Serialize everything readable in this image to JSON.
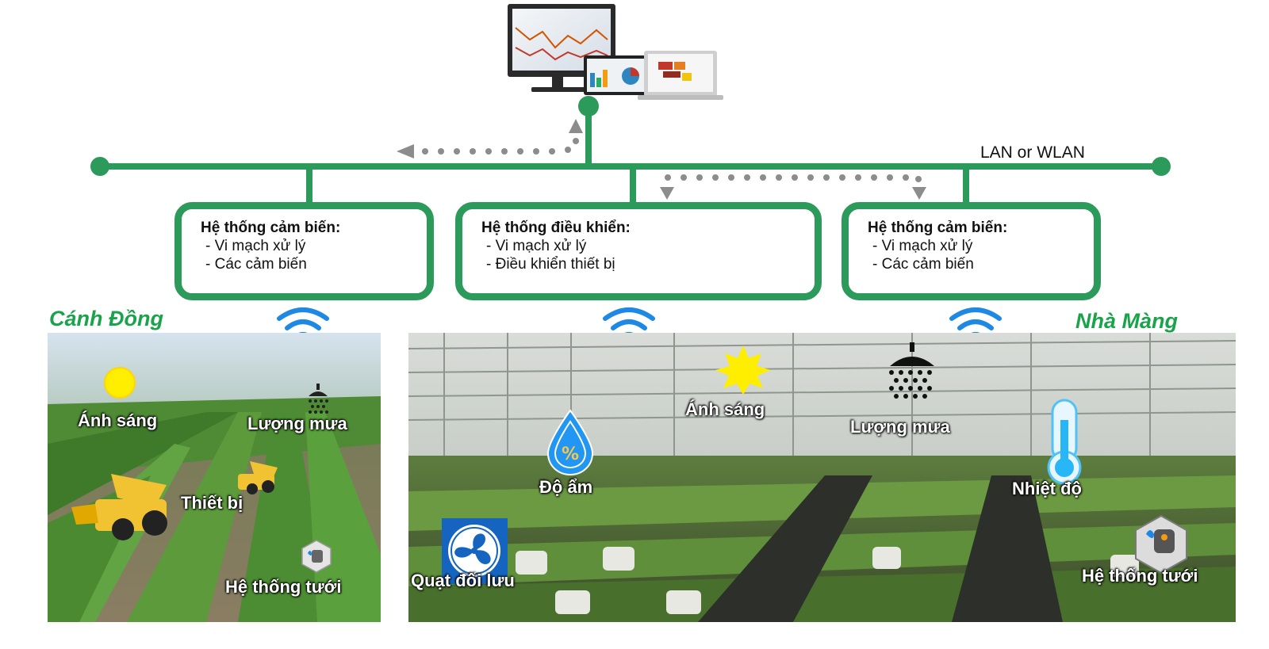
{
  "network": {
    "label": "LAN or WLAN",
    "line_color": "#2b9a5a",
    "arrow_color": "#8c8c8c"
  },
  "boxes": [
    {
      "title": "Hệ thống cảm biến:",
      "items": [
        "- Vi mạch xử lý",
        "- Các cảm biến"
      ]
    },
    {
      "title": "Hệ thống điều khiển:",
      "items": [
        "- Vi mạch xử lý",
        "- Điều khiển thiết bị"
      ]
    },
    {
      "title": "Hệ thống cảm biến:",
      "items": [
        "- Vi mạch xử lý",
        "- Các cảm biến"
      ]
    }
  ],
  "field": {
    "title": "Cánh Đồng",
    "labels": {
      "light": "Ánh sáng",
      "rain": "Lượng mưa",
      "equipment": "Thiết bị",
      "irrigation": "Hệ thống tưới"
    }
  },
  "greenhouse": {
    "title": "Nhà Màng",
    "labels": {
      "humidity": "Độ ẩm",
      "light": "Ánh sáng",
      "rain": "Lượng mưa",
      "temperature": "Nhiệt độ",
      "fan": "Quạt đối lưu",
      "irrigation": "Hệ thống tưới"
    }
  },
  "icons": {
    "monitor": "computer-monitors-icon",
    "wifi": "wifi-icon",
    "sun": "sun-icon",
    "shower": "shower-icon",
    "tractor": "tractor-icon",
    "water_valve": "water-valve-icon",
    "humidity": "humidity-drop-icon",
    "thermometer": "thermometer-icon",
    "fan": "fan-icon"
  },
  "colors": {
    "accent_green": "#2b9a5a",
    "title_green": "#1aa34a",
    "wifi_blue": "#1e88e5",
    "sun_yellow": "#ffee00"
  }
}
